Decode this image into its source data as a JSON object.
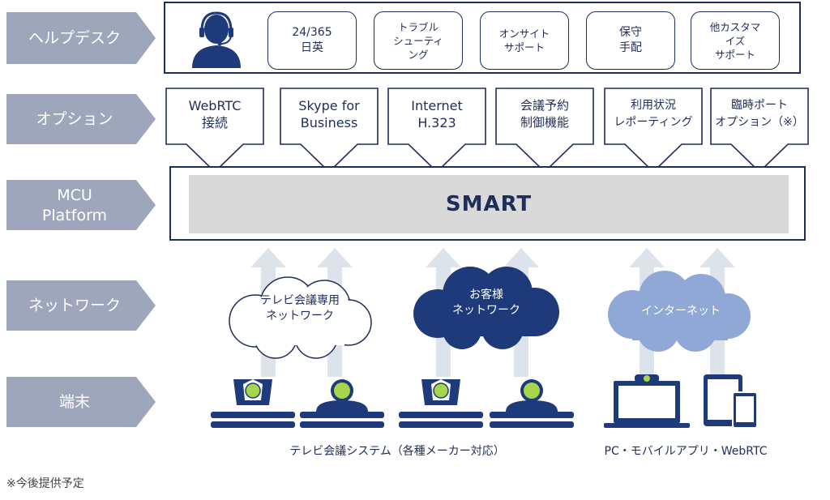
{
  "layers": [
    {
      "label": "ヘルプデスク"
    },
    {
      "label": "オプション"
    },
    {
      "label_line1": "MCU",
      "label_line2": "Platform"
    },
    {
      "label": "ネットワーク"
    },
    {
      "label": "端末"
    }
  ],
  "helpdesk": {
    "items": [
      {
        "line1": "24/365",
        "line2": "日英"
      },
      {
        "line1": "トラブル",
        "line2": "シューティ",
        "line3": "ング"
      },
      {
        "line1": "オンサイト",
        "line2": "サポート"
      },
      {
        "line1": "保守",
        "line2": "手配"
      },
      {
        "line1": "他カスタマ",
        "line2": "イズ",
        "line3": "サポート"
      }
    ]
  },
  "options": {
    "items": [
      {
        "line1": "WebRTC",
        "line2": "接続"
      },
      {
        "line1": "Skype for",
        "line2": "Business"
      },
      {
        "line1": "Internet",
        "line2": "H.323"
      },
      {
        "line1": "会議予約",
        "line2": "制御機能"
      },
      {
        "line1": "利用状況",
        "line2": "レポーティング"
      },
      {
        "line1": "臨時ポート",
        "line2": "オプション（※）"
      }
    ]
  },
  "platform": {
    "name": "SMART"
  },
  "network": {
    "clouds": [
      {
        "line1": "テレビ会議専用",
        "line2": "ネットワーク"
      },
      {
        "line1": "お客様",
        "line2": "ネットワーク"
      },
      {
        "line1": "インターネット"
      }
    ]
  },
  "terminals": {
    "caption_left": "テレビ会議システム（各種メーカー対応）",
    "caption_right": "PC・モバイルアプリ・WebRTC"
  },
  "footnote": "※今後提供予定",
  "colors": {
    "navy": "#1f2d5a",
    "label_gray": "#9da6bb",
    "platform_gray": "#d9d9d9",
    "arrow_gray": "#dde3ea",
    "cloud_navy": "#1f3a7a",
    "cloud_light": "#8fa8d6",
    "lime": "#a6d64a"
  }
}
